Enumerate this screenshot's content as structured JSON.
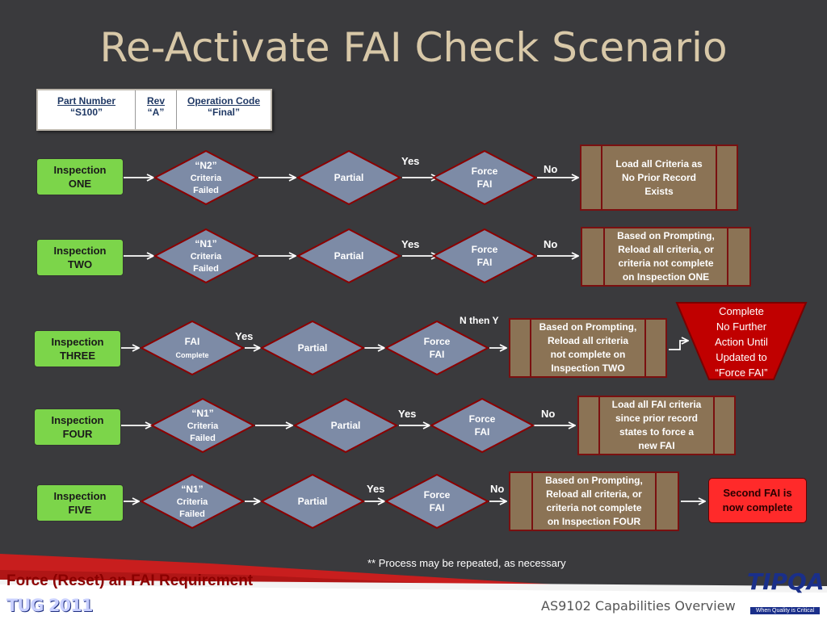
{
  "title": "Re-Activate FAI Check Scenario",
  "header_table": {
    "columns": [
      {
        "label": "Part Number",
        "value": "“S100”"
      },
      {
        "label": "Rev",
        "value": "“A”"
      },
      {
        "label": "Operation Code",
        "value": "“Final”"
      }
    ]
  },
  "rows": [
    {
      "inspection": [
        "Inspection",
        "ONE"
      ],
      "criteria": [
        "“N2”",
        "Criteria",
        "Failed"
      ],
      "partial": "Partial",
      "yes": "Yes",
      "force": [
        "Force",
        "FAI"
      ],
      "no": "No",
      "result": [
        "Load all Criteria as",
        "No Prior Record",
        "Exists"
      ]
    },
    {
      "inspection": [
        "Inspection",
        "TWO"
      ],
      "criteria": [
        "“N1”",
        "Criteria",
        "Failed"
      ],
      "partial": "Partial",
      "yes": "Yes",
      "force": [
        "Force",
        "FAI"
      ],
      "no": "No",
      "result": [
        "Based on Prompting,",
        "Reload all criteria, or",
        "criteria not complete",
        "on Inspection ONE"
      ]
    },
    {
      "inspection": [
        "Inspection",
        "THREE"
      ],
      "criteria": [
        "FAI",
        "Complete"
      ],
      "partial": "Partial",
      "yes": "Yes",
      "force": [
        "Force",
        "FAI"
      ],
      "no": "N then Y",
      "result": [
        "Based on Prompting,",
        "Reload all criteria",
        "not complete on",
        "Inspection TWO"
      ],
      "complete_box": [
        "Complete",
        "No Further",
        "Action Until",
        "Updated to",
        "“Force FAI”"
      ]
    },
    {
      "inspection": [
        "Inspection",
        "FOUR"
      ],
      "criteria": [
        "“N1”",
        "Criteria",
        "Failed"
      ],
      "partial": "Partial",
      "yes": "Yes",
      "force": [
        "Force",
        "FAI"
      ],
      "no": "No",
      "result": [
        "Load all FAI criteria",
        "since prior record",
        "states to force a",
        "new FAI"
      ]
    },
    {
      "inspection": [
        "Inspection",
        "FIVE"
      ],
      "criteria": [
        "“N1”",
        "Criteria",
        "Failed"
      ],
      "partial": "Partial",
      "yes": "Yes",
      "force": [
        "Force",
        "FAI"
      ],
      "no": "No",
      "result": [
        "Based on Prompting,",
        "Reload all criteria, or",
        "criteria not complete",
        "on Inspection FOUR"
      ],
      "final_box": [
        "Second FAI is",
        "now complete"
      ]
    }
  ],
  "note": "**   Process may be repeated, as necessary",
  "footer": {
    "left_title": "Force (Reset) an FAI Requirement",
    "event": "TUG 2011",
    "right": "AS9102 Capabilities Overview",
    "logo": "TIPQA",
    "logo_tagline": "When Quality is Critical"
  },
  "colors": {
    "background": "#3a3a3d",
    "inspection_box": "#7cd54a",
    "diamond": "#7d8ba6",
    "diamond_border": "#8b0000",
    "result_box": "#8b7355",
    "complete_box": "#c00000",
    "final_box": "#ff2a2a"
  }
}
